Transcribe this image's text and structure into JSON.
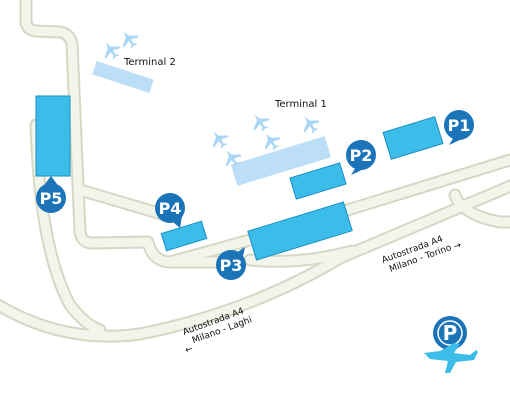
{
  "colors": {
    "road_fill": "#f3f4ea",
    "road_stroke": "#d4d9c3",
    "parking_lot": "#3cbde9",
    "parking_outline": "#1a8fc6",
    "terminal": "#bcdff7",
    "pin": "#1b73b8",
    "plane_icon": "#a9d6f4",
    "text": "#111111"
  },
  "terminals": [
    {
      "label": "Terminal 2",
      "icon": "airplane-icon"
    },
    {
      "label": "Terminal 1",
      "icon": "airplane-icon"
    }
  ],
  "parkings": [
    {
      "label": "P1"
    },
    {
      "label": "P2"
    },
    {
      "label": "P3"
    },
    {
      "label": "P4"
    },
    {
      "label": "P5"
    }
  ],
  "highway_labels": [
    {
      "line1": "Autostrada A4",
      "line2": "Milano - Torino",
      "arrow": "→"
    },
    {
      "line1": "Autostrada A4",
      "line2": "Milano - Laghi",
      "arrow": "←"
    }
  ],
  "logo": {
    "letter": "P",
    "icon": "parking-airplane-logo"
  }
}
